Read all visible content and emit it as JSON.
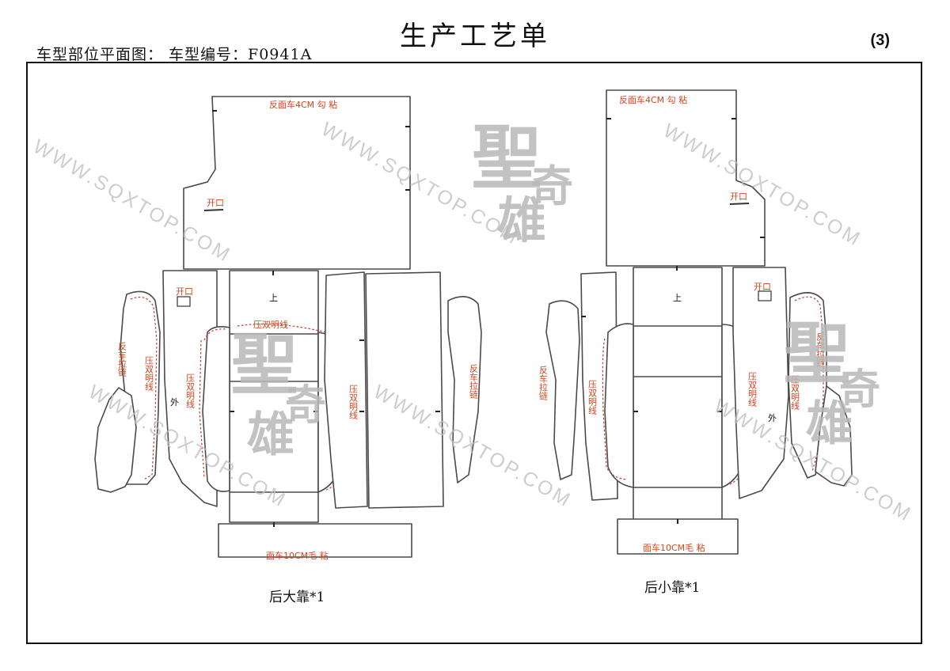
{
  "header": {
    "title": "生产工艺单",
    "subtitle": "车型部位平面图：  车型编号：F0941A",
    "page_number": "(3)"
  },
  "watermark": {
    "url": "WWW.SQXTOP.COM",
    "logo_main": "聖",
    "logo_small": "奇",
    "logo_bottom": "雄"
  },
  "left_diagram": {
    "caption": "后大靠*1",
    "label_top": "反面车4CM 勾 粘",
    "label_opening_1": "开口",
    "label_opening_2": "开口",
    "label_up": "上",
    "label_seam_top": "压双明线",
    "label_zip_left": "反车拉链",
    "label_seam_a": "压双明线",
    "label_seam_b": "压双明线",
    "label_seam_c": "压双明线",
    "label_outside": "外",
    "label_zip_right": "反车拉链",
    "label_bottom": "面车10CM毛 粘"
  },
  "right_diagram": {
    "caption": "后小靠*1",
    "label_top": "反面车4CM 勾 粘",
    "label_opening_1": "开口",
    "label_opening_2": "开口",
    "label_up": "上",
    "label_zip_left": "反车拉链",
    "label_seam_a": "压双明线",
    "label_seam_b": "压双明线",
    "label_seam_c": "压双明线",
    "label_outside": "外",
    "label_zip_right": "反车拉链",
    "label_bottom": "面车10CM毛 粘"
  }
}
